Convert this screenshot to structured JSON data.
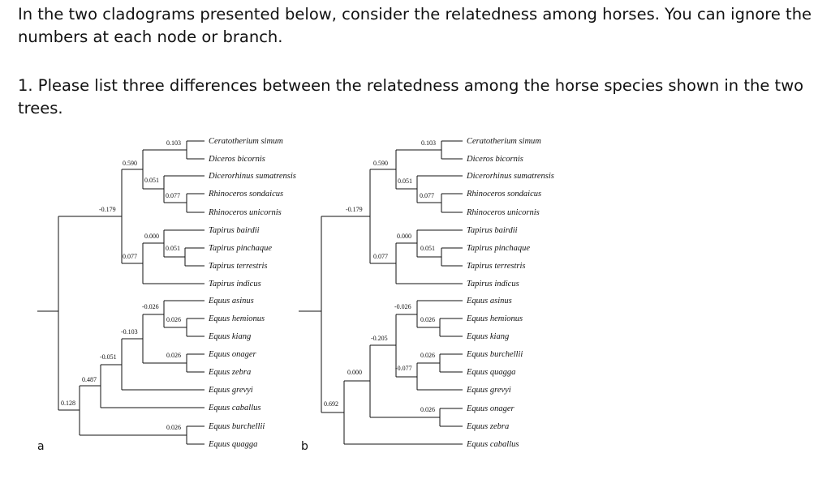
{
  "question": {
    "intro": "In the two cladograms presented below, consider the relatedness among horses. You can ignore the numbers at each node or branch.",
    "item_1": "1. Please list three differences between the relatedness among the horse species shown in the two trees."
  },
  "trees": [
    {
      "tag": "a",
      "species": [
        "Ceratotherium simum",
        "Diceros bicornis",
        "Dicerorhinus sumatrensis",
        "Rhinoceros sondaicus",
        "Rhinoceros unicornis",
        "Tapirus bairdii",
        "Tapirus pinchaque",
        "Tapirus terrestris",
        "Tapirus indicus",
        "Equus asinus",
        "Equus hemionus",
        "Equus kiang",
        "Equus onager",
        "Equus zebra",
        "Equus grevyi",
        "Equus caballus",
        "Equus burchellii",
        "Equus quagga"
      ],
      "node_labels": [
        "0.103",
        "0.590",
        "0.051",
        "0.077",
        "-0.179",
        "0.000",
        "0.051",
        "0.077",
        "-0.026",
        "0.026",
        "-0.103",
        "0.026",
        "-0.051",
        "0.487",
        "0.128",
        "0.026"
      ]
    },
    {
      "tag": "b",
      "species": [
        "Ceratotherium simum",
        "Diceros bicornis",
        "Dicerorhinus sumatrensis",
        "Rhinoceros sondaicus",
        "Rhinoceros unicornis",
        "Tapirus bairdii",
        "Tapirus pinchaque",
        "Tapirus terrestris",
        "Tapirus indicus",
        "Equus asinus",
        "Equus hemionus",
        "Equus kiang",
        "Equus burchellii",
        "Equus quagga",
        "Equus grevyi",
        "Equus onager",
        "Equus zebra",
        "Equus caballus"
      ],
      "node_labels": [
        "0.103",
        "0.590",
        "0.051",
        "0.077",
        "-0.179",
        "0.000",
        "0.051",
        "0.077",
        "-0.026",
        "0.026",
        "-0.205",
        "0.026",
        "-0.077",
        "0.000",
        "0.026",
        "0.692"
      ]
    }
  ]
}
